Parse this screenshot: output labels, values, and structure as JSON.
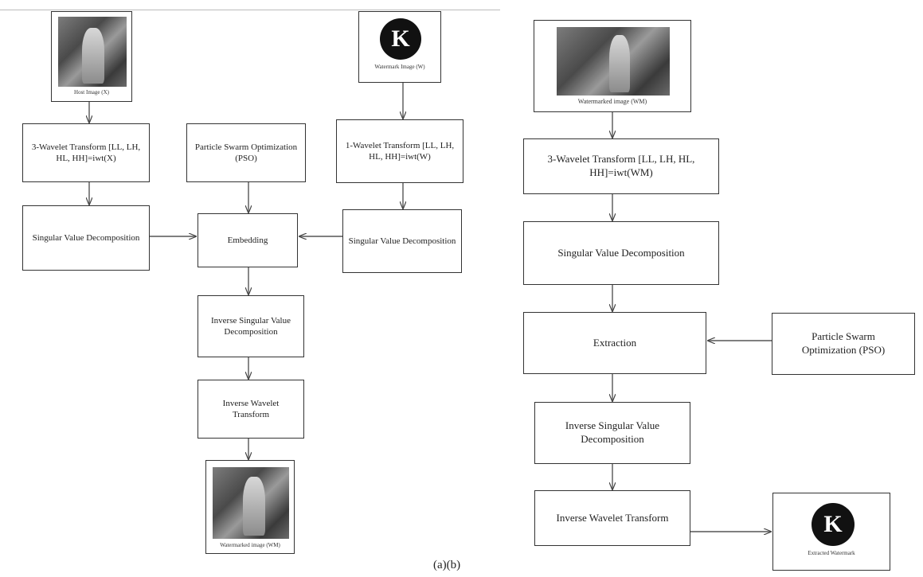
{
  "figure_label": "(a)(b)",
  "left": {
    "host_caption": "Host Image (X)",
    "watermark_letter": "K",
    "watermark_caption": "Watermark Image (W)",
    "wt3": "3-Wavelet Transform [LL, LH, HL, HH]=iwt(X)",
    "pso": "Particle Swarm Optimization (PSO)",
    "wt1": "1-Wavelet Transform [LL, LH, HL, HH]=iwt(W)",
    "svd_left": "Singular Value Decomposition",
    "embedding": "Embedding",
    "svd_right": "Singular Value Decomposition",
    "isvd": "Inverse Singular Value Decomposition",
    "iwt": "Inverse Wavelet Transform",
    "output_caption": "Watermarked image (WM)"
  },
  "right": {
    "input_caption": "Watermarked   image (WM)",
    "wt3": "3-Wavelet Transform [LL, LH, HL, HH]=iwt(WM)",
    "svd": "Singular Value Decomposition",
    "extraction": "Extraction",
    "pso": "Particle Swarm Optimization (PSO)",
    "isvd": "Inverse Singular Value Decomposition",
    "iwt": "Inverse Wavelet Transform",
    "watermark_letter": "K",
    "extracted_caption": "Extracted Watermark"
  }
}
